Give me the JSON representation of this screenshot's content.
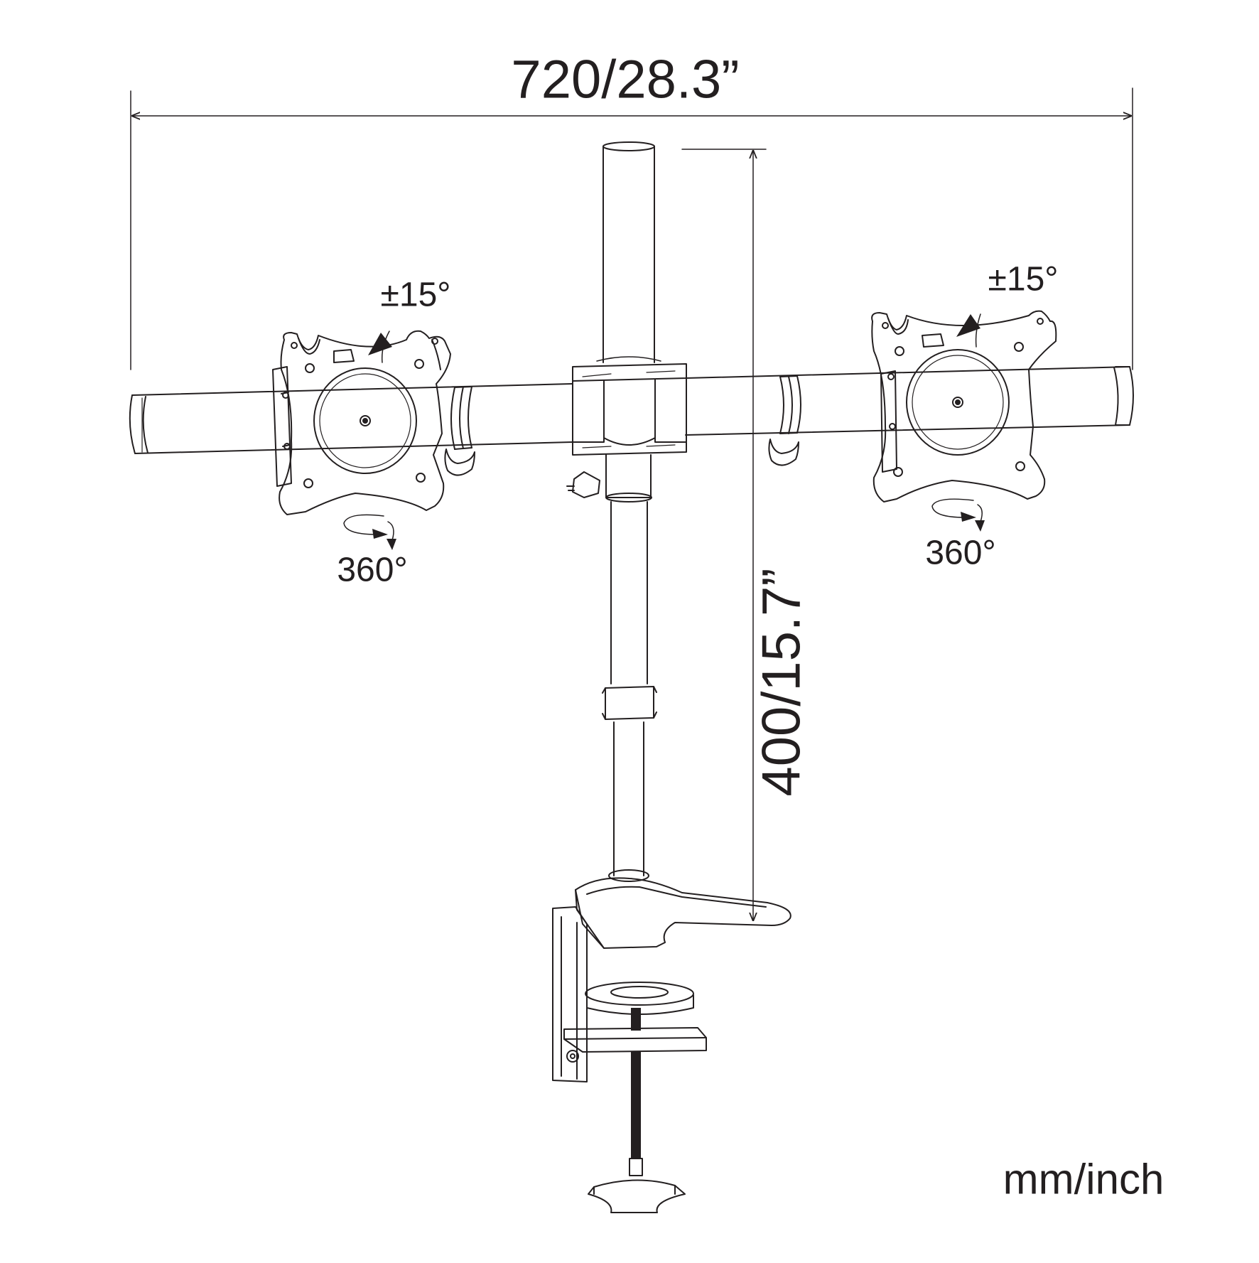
{
  "diagram": {
    "dimensions": {
      "width": "720/28.3”",
      "height": "400/15.7”"
    },
    "tilt_left": "±15°",
    "tilt_right": "±15°",
    "swivel_left": "360°",
    "swivel_right": "360°",
    "units": "mm/inch"
  },
  "colors": {
    "line": "#231f20",
    "background": "#ffffff"
  }
}
